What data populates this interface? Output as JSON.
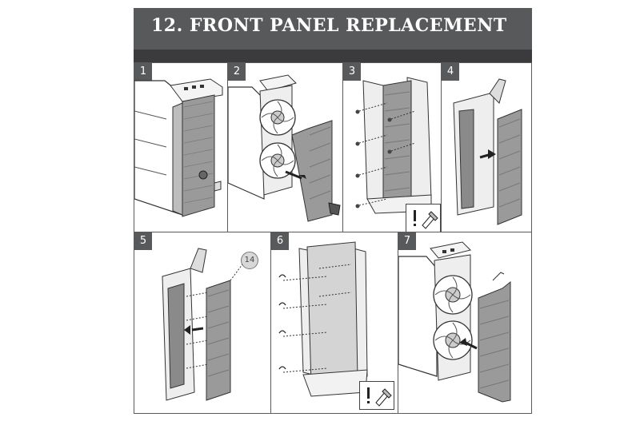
{
  "header": {
    "title": "12. FRONT PANEL REPLACEMENT"
  },
  "steps": [
    {
      "number": "1"
    },
    {
      "number": "2"
    },
    {
      "number": "3"
    },
    {
      "number": "4"
    },
    {
      "number": "5",
      "callout": "14"
    },
    {
      "number": "6"
    },
    {
      "number": "7"
    }
  ],
  "icons": {
    "warning": "exclamation-warning-icon",
    "screw": "thumbscrew-icon",
    "arrow": "direction-arrow-icon"
  },
  "colors": {
    "banner": "#58595b",
    "banner_strip": "#3b3b3d",
    "line_art": "#333333",
    "mesh": "#8c8c8c"
  }
}
